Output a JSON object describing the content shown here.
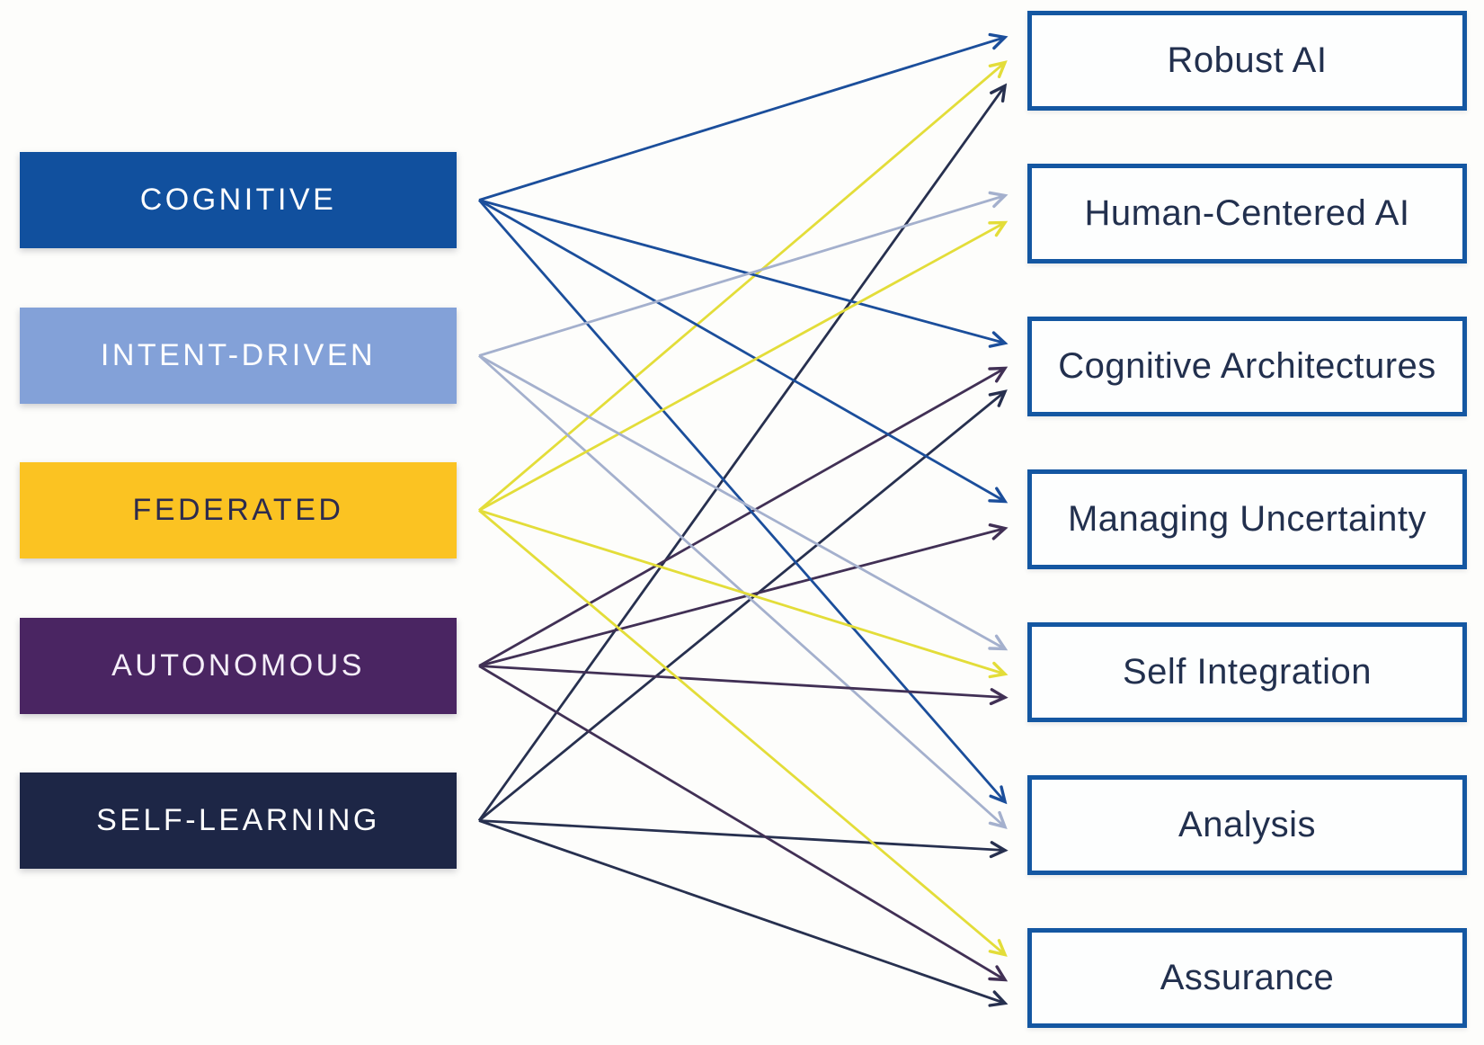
{
  "diagram": {
    "title": "",
    "left_nodes": [
      {
        "id": "cognitive",
        "label": "COGNITIVE",
        "box_color": "#11509e",
        "text_color": "#ffffff",
        "line_color": "#1b4e9b"
      },
      {
        "id": "intent-driven",
        "label": "INTENT-DRIVEN",
        "box_color": "#83a1d8",
        "text_color": "#ffffff",
        "line_color": "#a4b0cd"
      },
      {
        "id": "federated",
        "label": "FEDERATED",
        "box_color": "#fbc322",
        "text_color": "#2d2b4d",
        "line_color": "#e3dd39"
      },
      {
        "id": "autonomous",
        "label": "AUTONOMOUS",
        "box_color": "#4a2562",
        "text_color": "#f4eef8",
        "line_color": "#413055"
      },
      {
        "id": "self-learning",
        "label": "SELF-LEARNING",
        "box_color": "#1d2646",
        "text_color": "#ffffff",
        "line_color": "#27304f"
      }
    ],
    "right_nodes": [
      {
        "id": "robust-ai",
        "label": "Robust AI"
      },
      {
        "id": "human-centered-ai",
        "label": "Human-Centered AI"
      },
      {
        "id": "cognitive-architectures",
        "label": "Cognitive Architectures"
      },
      {
        "id": "managing-uncertainty",
        "label": "Managing Uncertainty"
      },
      {
        "id": "self-integration",
        "label": "Self Integration"
      },
      {
        "id": "analysis",
        "label": "Analysis"
      },
      {
        "id": "assurance",
        "label": "Assurance"
      }
    ],
    "edges": [
      {
        "from": "cognitive",
        "to": "robust-ai"
      },
      {
        "from": "cognitive",
        "to": "cognitive-architectures"
      },
      {
        "from": "cognitive",
        "to": "managing-uncertainty"
      },
      {
        "from": "cognitive",
        "to": "analysis"
      },
      {
        "from": "intent-driven",
        "to": "human-centered-ai"
      },
      {
        "from": "intent-driven",
        "to": "self-integration"
      },
      {
        "from": "intent-driven",
        "to": "analysis"
      },
      {
        "from": "federated",
        "to": "robust-ai"
      },
      {
        "from": "federated",
        "to": "human-centered-ai"
      },
      {
        "from": "federated",
        "to": "self-integration"
      },
      {
        "from": "federated",
        "to": "assurance"
      },
      {
        "from": "autonomous",
        "to": "cognitive-architectures"
      },
      {
        "from": "autonomous",
        "to": "managing-uncertainty"
      },
      {
        "from": "autonomous",
        "to": "self-integration"
      },
      {
        "from": "autonomous",
        "to": "assurance"
      },
      {
        "from": "self-learning",
        "to": "robust-ai"
      },
      {
        "from": "self-learning",
        "to": "cognitive-architectures"
      },
      {
        "from": "self-learning",
        "to": "analysis"
      },
      {
        "from": "self-learning",
        "to": "assurance"
      }
    ],
    "right_box_border_color": "#1457a2",
    "right_box_fill": "#fdfefe",
    "right_text_color": "#22304e"
  }
}
